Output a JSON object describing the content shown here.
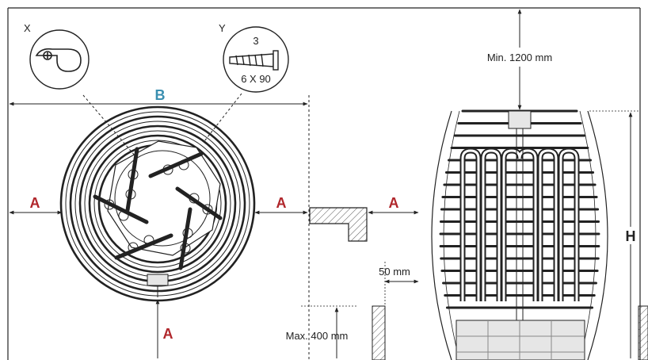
{
  "callouts": {
    "x": {
      "letter": "X",
      "icon": "pipe-clamp-icon"
    },
    "y": {
      "letter": "Y",
      "quantity": "3",
      "size": "6 X 90",
      "icon": "screw-icon"
    }
  },
  "dimensions": {
    "a": "A",
    "b": "B",
    "h": "H",
    "min_ceiling": "Min. 1200 mm",
    "gap": "50 mm",
    "max_height": "Max. 400 mm"
  },
  "colors": {
    "label_a": "#b0262b",
    "label_b": "#3a8fb0",
    "line": "#222222",
    "hatch": "#555555",
    "panel": "#e6e6e6"
  }
}
